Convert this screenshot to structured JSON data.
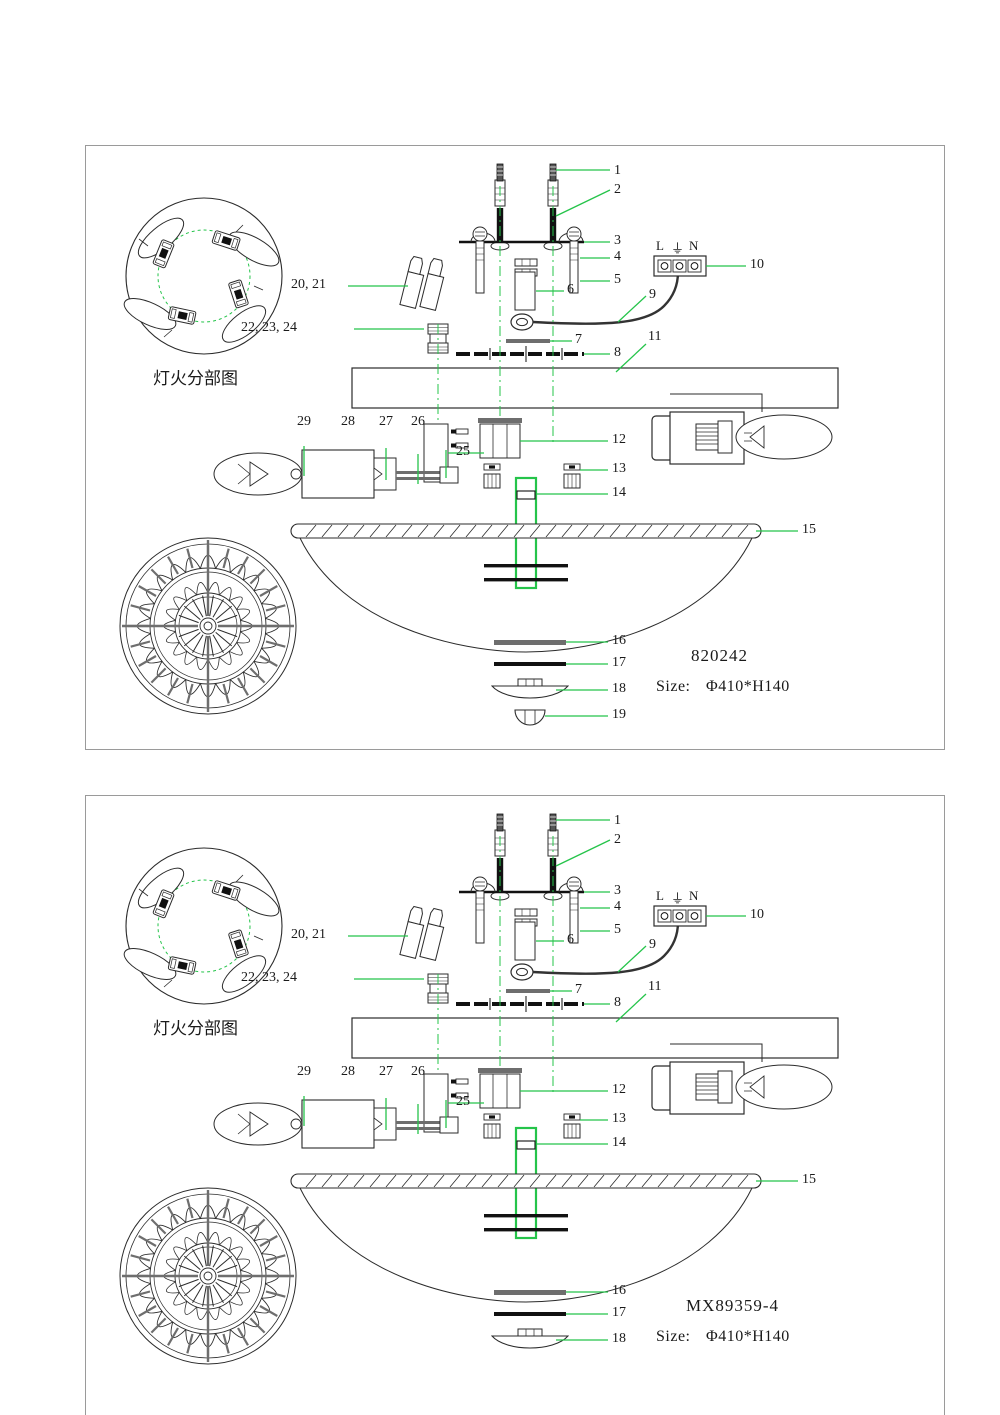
{
  "document": {
    "type": "exploded-assembly-drawing",
    "sheet_width": 1000,
    "sheet_height": 1415,
    "panel_count": 2
  },
  "colors": {
    "leader": "#25c44a",
    "outline": "#2b2b2b",
    "frame": "#9a9a9a",
    "metal_grey": "#6e6e6e",
    "dark": "#111111"
  },
  "panels": [
    {
      "id": "panel-1",
      "product_code": "820242",
      "size_label": "Size:",
      "size_value": "Φ410*H140",
      "detail_caption": "灯火分部图",
      "callouts": [
        {
          "n": "1"
        },
        {
          "n": "2"
        },
        {
          "n": "3"
        },
        {
          "n": "4"
        },
        {
          "n": "5"
        },
        {
          "n": "6"
        },
        {
          "n": "7"
        },
        {
          "n": "8"
        },
        {
          "n": "9"
        },
        {
          "n": "10"
        },
        {
          "n": "11"
        },
        {
          "n": "12"
        },
        {
          "n": "13"
        },
        {
          "n": "14"
        },
        {
          "n": "15"
        },
        {
          "n": "16"
        },
        {
          "n": "17"
        },
        {
          "n": "18"
        },
        {
          "n": "19"
        },
        {
          "n": "20, 21"
        },
        {
          "n": "22, 23, 24"
        },
        {
          "n": "25"
        },
        {
          "n": "26"
        },
        {
          "n": "27"
        },
        {
          "n": "28"
        },
        {
          "n": "29"
        }
      ],
      "terminal_block": {
        "left": "L",
        "earth": "⏚",
        "right": "N"
      }
    },
    {
      "id": "panel-2",
      "product_code": "MX89359-4",
      "size_label": "Size:",
      "size_value": "Φ410*H140",
      "detail_caption": "灯火分部图",
      "callouts": [
        {
          "n": "1"
        },
        {
          "n": "2"
        },
        {
          "n": "3"
        },
        {
          "n": "4"
        },
        {
          "n": "5"
        },
        {
          "n": "6"
        },
        {
          "n": "7"
        },
        {
          "n": "8"
        },
        {
          "n": "9"
        },
        {
          "n": "10"
        },
        {
          "n": "11"
        },
        {
          "n": "12"
        },
        {
          "n": "13"
        },
        {
          "n": "14"
        },
        {
          "n": "15"
        },
        {
          "n": "16"
        },
        {
          "n": "17"
        },
        {
          "n": "18"
        },
        {
          "n": "20, 21"
        },
        {
          "n": "22, 23, 24"
        },
        {
          "n": "25"
        },
        {
          "n": "26"
        },
        {
          "n": "27"
        },
        {
          "n": "28"
        },
        {
          "n": "29"
        }
      ],
      "terminal_block": {
        "left": "L",
        "earth": "⏚",
        "right": "N"
      }
    }
  ]
}
